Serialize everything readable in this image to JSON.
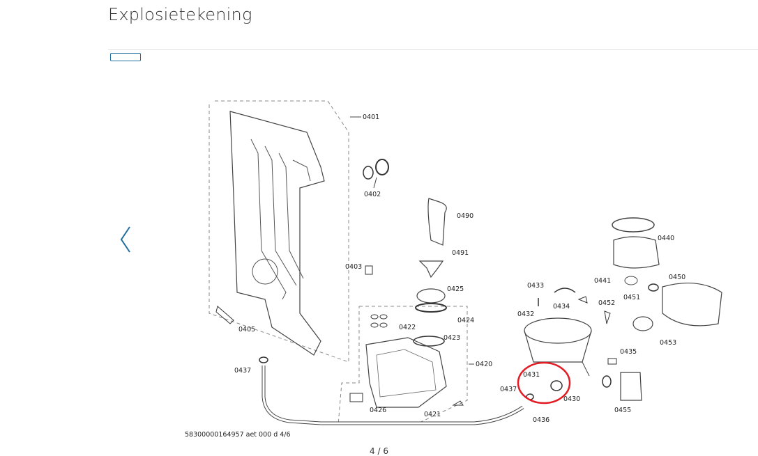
{
  "page": {
    "title": "Explosietekening",
    "pager": "4 / 6"
  },
  "icons": {
    "prev": "chevron-left-icon"
  },
  "colors": {
    "accent": "#1f6f9e",
    "highlight": "#e31b23"
  },
  "diagram": {
    "doc_id": "58300000164957 aet 000 d 4/6",
    "parts": [
      "0401",
      "0402",
      "0403",
      "0405",
      "0437",
      "0490",
      "0491",
      "0425",
      "0424",
      "0422",
      "0423",
      "0420",
      "0426",
      "0421",
      "0433",
      "0434",
      "0432",
      "0452",
      "0431",
      "0437",
      "0430",
      "0436",
      "0440",
      "0441",
      "0451",
      "0450",
      "0453",
      "0435",
      "0455"
    ]
  }
}
